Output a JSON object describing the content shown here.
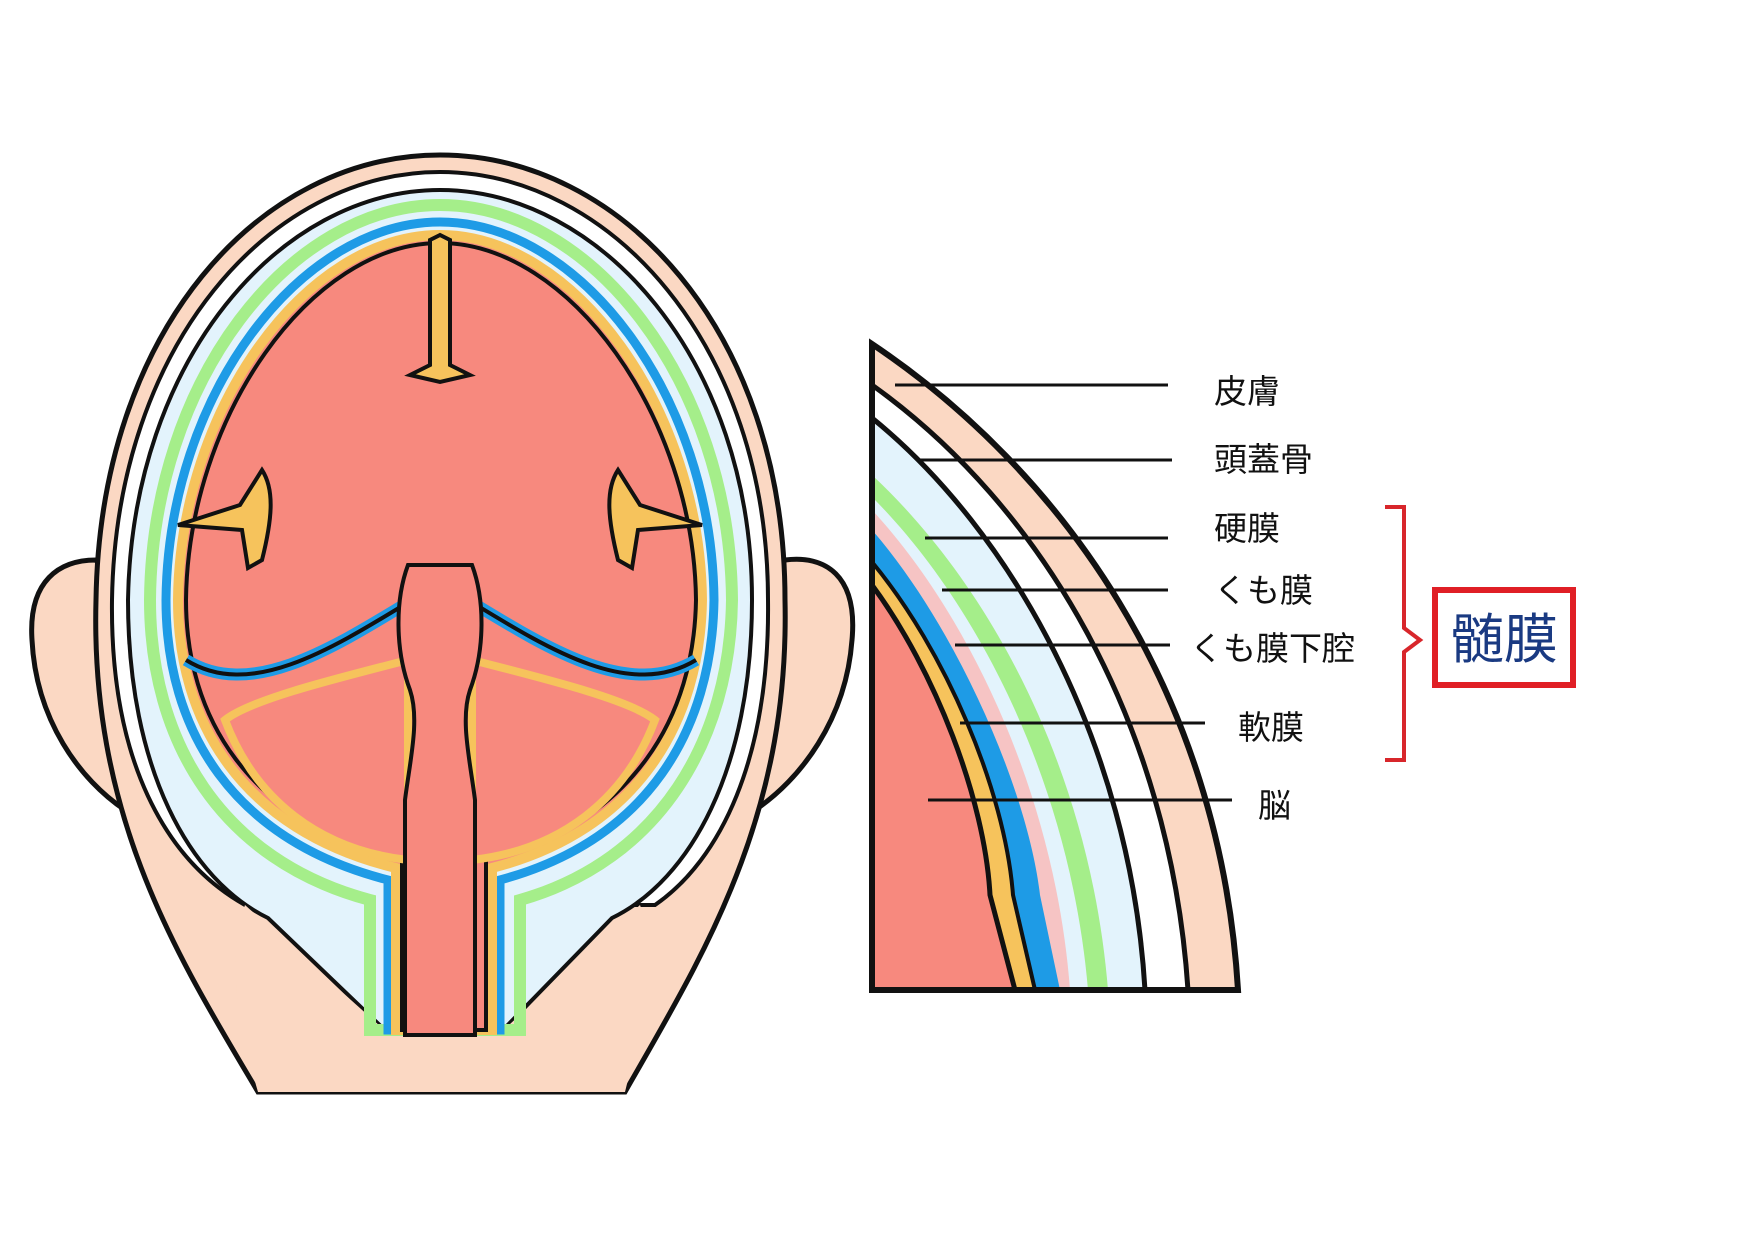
{
  "labels": {
    "skin": "皮膚",
    "skull": "頭蓋骨",
    "dura": "硬膜",
    "arachnoid": "くも膜",
    "subarachnoid": "くも膜下腔",
    "pia": "軟膜",
    "brain": "脳"
  },
  "meninges": {
    "label": "髄膜"
  },
  "colors": {
    "skin": "#fbd8c3",
    "skull": "#ffffff",
    "csf": "#e3f3fc",
    "dura": "#a5ee8a",
    "arachnoid": "#f6c4c4",
    "pia_blue": "#1e9be6",
    "pia_orange": "#f6c35c",
    "brain": "#f7897e",
    "outline": "#111111",
    "brace": "#d8262b",
    "box": "#e01f26",
    "meninges_text": "#1a3a82"
  }
}
